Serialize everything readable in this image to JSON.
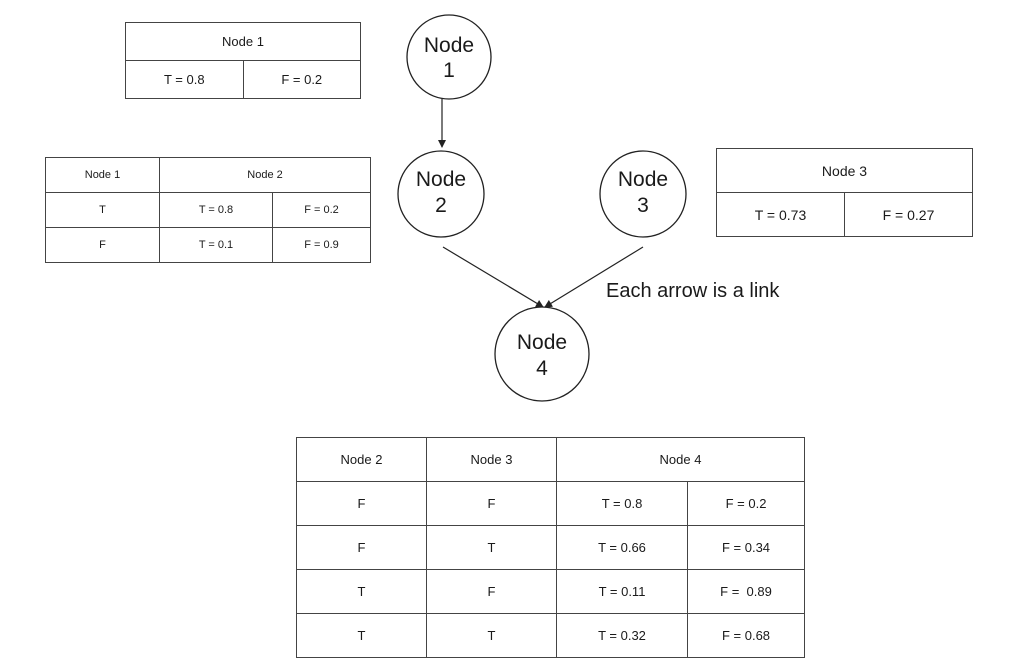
{
  "nodes": {
    "node1": {
      "line1": "Node",
      "line2": "1"
    },
    "node2": {
      "line1": "Node",
      "line2": "2"
    },
    "node3": {
      "line1": "Node",
      "line2": "3"
    },
    "node4": {
      "line1": "Node",
      "line2": "4"
    }
  },
  "caption": "Each arrow is a link",
  "tables": {
    "node1": {
      "header": "Node 1",
      "cells": [
        "T = 0.8",
        "F = 0.2"
      ]
    },
    "node2": {
      "headers": [
        "Node 1",
        "Node 2"
      ],
      "rows": [
        [
          "T",
          "T = 0.8",
          "F = 0.2"
        ],
        [
          "F",
          "T = 0.1",
          "F = 0.9"
        ]
      ]
    },
    "node3": {
      "header": "Node 3",
      "cells": [
        "T = 0.73",
        "F = 0.27"
      ]
    },
    "node4": {
      "headers": [
        "Node 2",
        "Node 3",
        "Node 4"
      ],
      "rows": [
        [
          "F",
          "F",
          "T = 0.8",
          "F = 0.2"
        ],
        [
          "F",
          "T",
          "T = 0.66",
          "F = 0.34"
        ],
        [
          "T",
          "F",
          "T = 0.11",
          "F =  0.89"
        ],
        [
          "T",
          "T",
          "T = 0.32",
          "F = 0.68"
        ]
      ]
    }
  }
}
